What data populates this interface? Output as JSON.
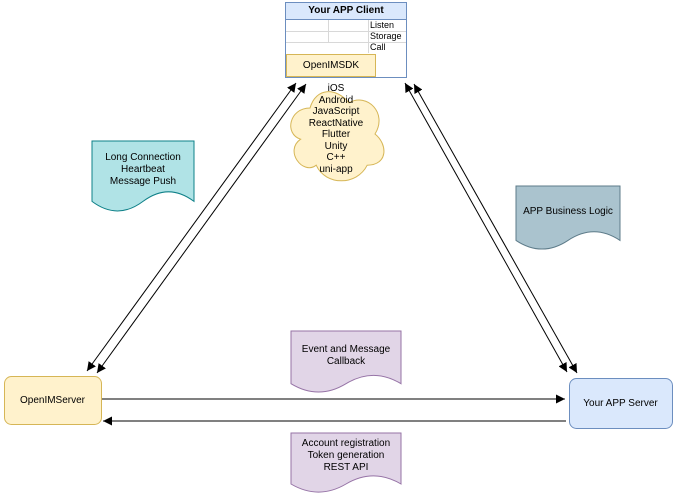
{
  "colors": {
    "arrow": "#000000",
    "yellow_fill": "#fff2cc",
    "yellow_stroke": "#d6b656",
    "blue_fill": "#dae8fc",
    "blue_stroke": "#6c8ebf"
  },
  "client_box": {
    "title": "Your APP Client",
    "interfaces": [
      "Listen",
      "Storage",
      "Call"
    ],
    "sdk_label": "OpenIMSDK"
  },
  "cloud": {
    "platforms": [
      "iOS",
      "Android",
      "JavaScript",
      "ReactNative",
      "Flutter",
      "Unity",
      "C++",
      "uni-app"
    ],
    "fill": "#fff2cc",
    "stroke": "#d6b656"
  },
  "notes": {
    "long_connection": {
      "text": "Long Connection\nHeartbeat\nMessage Push",
      "fill": "#b0e3e6",
      "stroke": "#0e8088"
    },
    "business_logic": {
      "text": "APP Business Logic",
      "fill": "#aac3ce",
      "stroke": "#5d7b89"
    },
    "event_callback": {
      "text": "Event and Message\nCallback",
      "fill": "#e1d5e7",
      "stroke": "#9673a6"
    },
    "rest_api": {
      "text": "Account registration\nToken generation\nREST API",
      "fill": "#e1d5e7",
      "stroke": "#9673a6"
    }
  },
  "nodes": {
    "openim_server": {
      "label": "OpenIMServer",
      "fill": "#fff2cc",
      "stroke": "#d6b656"
    },
    "app_server": {
      "label": "Your APP Server",
      "fill": "#dae8fc",
      "stroke": "#6c8ebf"
    }
  }
}
